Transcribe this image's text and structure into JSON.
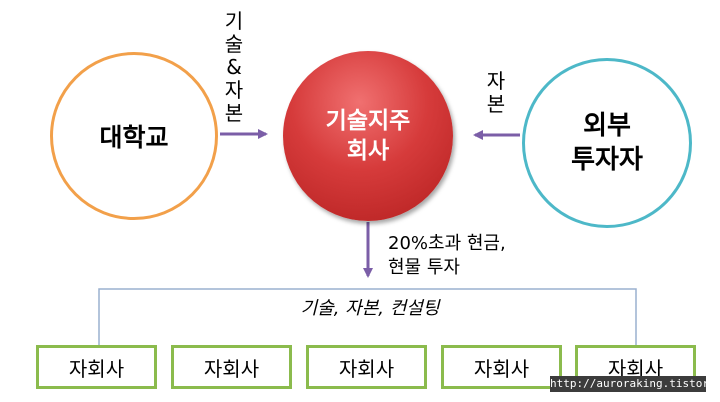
{
  "diagram": {
    "university": "대학교",
    "holding_line1": "기술지주",
    "holding_line2": "회사",
    "investor_line1": "외부",
    "investor_line2": "투자자",
    "univ_arrow_chars": [
      "기",
      "술",
      "&",
      "자",
      "본"
    ],
    "investor_arrow_chars": [
      "자",
      "본"
    ],
    "invest_line1": "20%초과 현금,",
    "invest_line2": "현물 투자",
    "support_label": "기술, 자본, 컨설팅",
    "subsidiaries": [
      "자회사",
      "자회사",
      "자회사",
      "자회사",
      "자회사"
    ],
    "watermark": "http://auroraking.tistory.com"
  },
  "colors": {
    "university_border": "#f2a04a",
    "holding_fill": "#d63b3b",
    "investor_border": "#4db8c8",
    "arrow": "#7b5ea7",
    "bracket": "#9ab0cf",
    "subsidiary_border": "#8bbb4d"
  }
}
